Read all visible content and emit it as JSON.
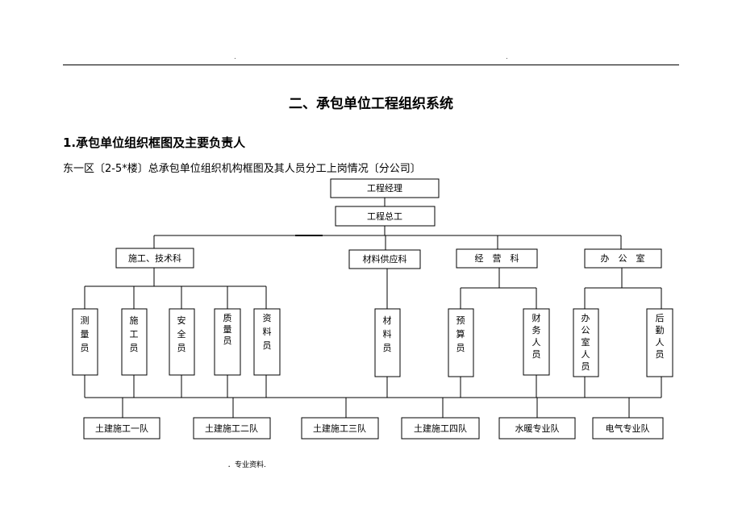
{
  "header": {
    "dot_left": ".",
    "dot_right": "."
  },
  "section_title": "二、承包单位工程组织系统",
  "subsection_title": "1.承包单位组织框图及主要负责人",
  "caption": "东一区〔2-5*楼〕总承包单位组织机构框图及其人员分工上岗情况〔分公司〕",
  "org": {
    "manager": "工程经理",
    "chief_engineer": "工程总工",
    "departments": [
      {
        "id": "tech",
        "label": "施工、技术科",
        "staff": [
          "测量员",
          "施工员",
          "安全员",
          "质量员",
          "资料员"
        ]
      },
      {
        "id": "supply",
        "label": "材料供应科",
        "staff": [
          "材料员"
        ]
      },
      {
        "id": "business",
        "label": "经　营　科",
        "staff": [
          "预算员",
          "财务人员"
        ]
      },
      {
        "id": "office",
        "label": "办　公　室",
        "staff": [
          "办公室人员",
          "后勤人员"
        ]
      }
    ],
    "teams": [
      "土建施工一队",
      "土建施工二队",
      "土建施工三队",
      "土建施工四队",
      "水暖专业队",
      "电气专业队"
    ]
  },
  "footer": "．专业资料."
}
